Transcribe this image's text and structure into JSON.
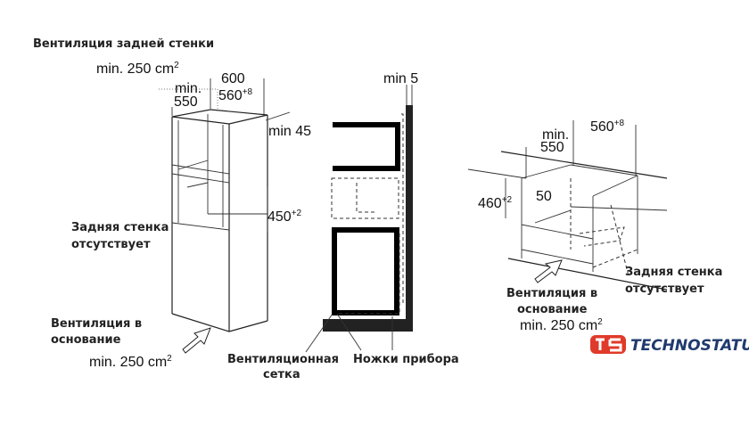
{
  "left_diagram": {
    "rear_vent_label": "Вентиляция задней стенки",
    "rear_vent_area": "min. 250 cm",
    "rear_vent_area_sup": "2",
    "dim_600": "600",
    "dim_min": "min.",
    "dim_550": "550",
    "dim_560": "560",
    "dim_560_sup": "+8",
    "dim_min45": "min 45",
    "dim_450": "450",
    "dim_450_sup": "+2",
    "no_back_wall_line1": "Задняя стенка",
    "no_back_wall_line2": "отсутствует",
    "base_vent_line1": "Вентиляция в",
    "base_vent_line2": "основание",
    "base_vent_area": "min. 250 cm",
    "base_vent_area_sup": "2"
  },
  "middle_diagram": {
    "dim_min5": "min 5",
    "grille_line1": "Вентиляционная",
    "grille_line2": "сетка",
    "feet_label": "Ножки прибора"
  },
  "right_diagram": {
    "dim_min": "min.",
    "dim_550": "550",
    "dim_560": "560",
    "dim_560_sup": "+8",
    "dim_460": "460",
    "dim_460_sup": "+2",
    "dim_50": "50",
    "no_back_wall_line1": "Задняя стенка",
    "no_back_wall_line2": "отсутствует",
    "base_vent_line1": "Вентиляция в",
    "base_vent_line2": "основание",
    "base_vent_area": "min. 250 cm",
    "base_vent_area_sup": "2"
  },
  "logo": {
    "text": "TECHNOSTATUS",
    "color": "#e03a2a"
  }
}
